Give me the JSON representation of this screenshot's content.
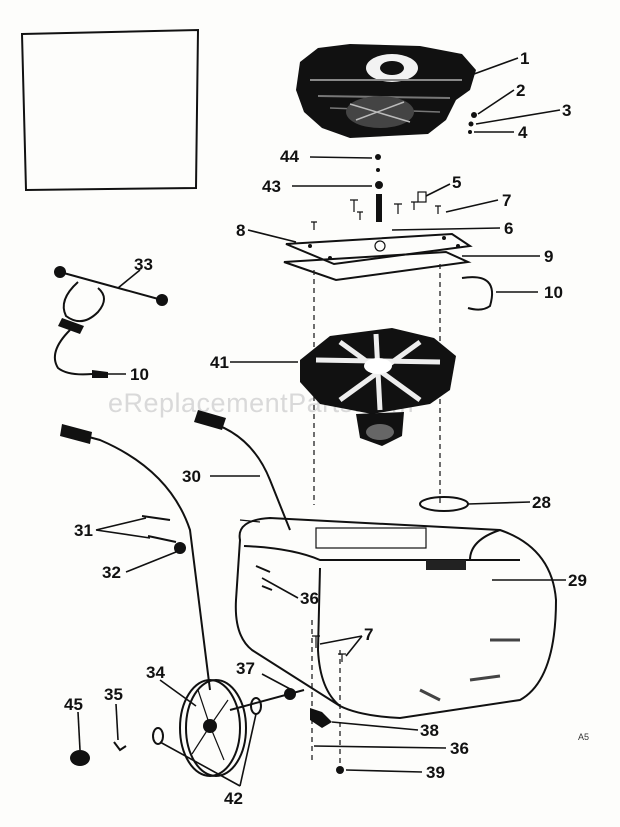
{
  "watermark": "eReplacementParts.com",
  "corner_mark": "A5",
  "parts": [
    {
      "label": "1"
    },
    {
      "label": "2"
    },
    {
      "label": "3"
    },
    {
      "label": "4"
    },
    {
      "label": "44"
    },
    {
      "label": "43"
    },
    {
      "label": "5"
    },
    {
      "label": "7"
    },
    {
      "label": "8"
    },
    {
      "label": "6"
    },
    {
      "label": "9"
    },
    {
      "label": "33"
    },
    {
      "label": "10"
    },
    {
      "label": "10"
    },
    {
      "label": "41"
    },
    {
      "label": "30"
    },
    {
      "label": "28"
    },
    {
      "label": "31"
    },
    {
      "label": "32"
    },
    {
      "label": "36"
    },
    {
      "label": "29"
    },
    {
      "label": "7"
    },
    {
      "label": "34"
    },
    {
      "label": "37"
    },
    {
      "label": "35"
    },
    {
      "label": "45"
    },
    {
      "label": "38"
    },
    {
      "label": "36"
    },
    {
      "label": "39"
    },
    {
      "label": "42"
    }
  ]
}
